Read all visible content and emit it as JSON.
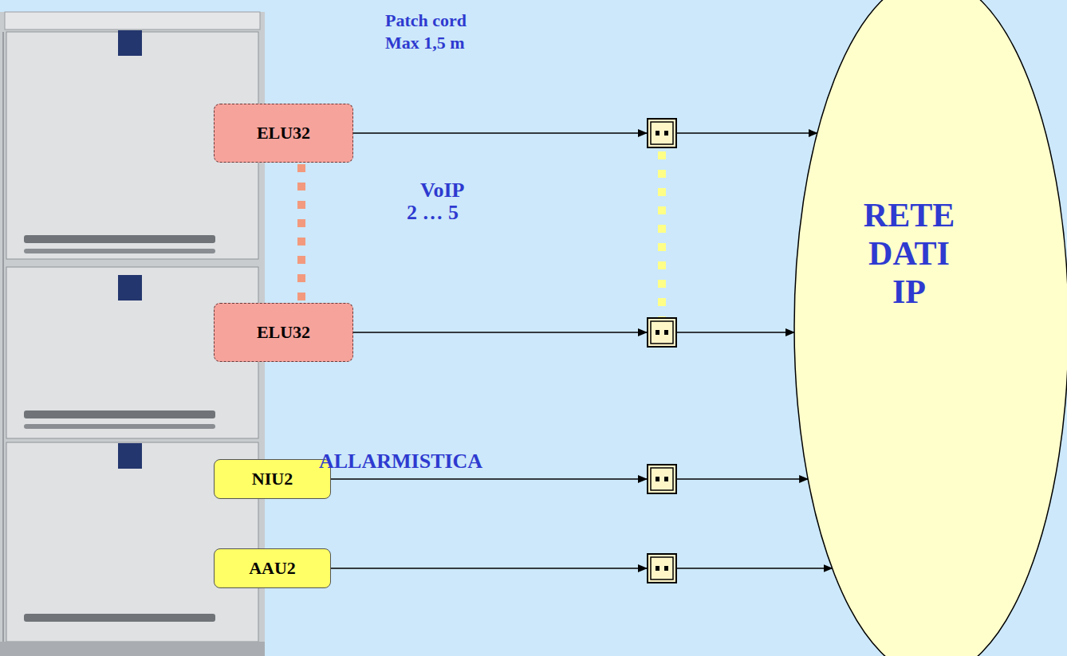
{
  "diagram": {
    "nodes": [
      {
        "text": [
          "ELU32"
        ]
      },
      {
        "text": [
          "ELU32"
        ]
      },
      {
        "text": [
          "NIU2"
        ]
      },
      {
        "text": [
          "AAU2"
        ]
      },
      {
        "text": [
          "RETE DATI IP"
        ]
      }
    ],
    "edges": [
      {
        "from": 0,
        "to": 4,
        "arrow": "to"
      },
      {
        "from": 1,
        "to": 4,
        "arrow": "to"
      },
      {
        "from": 2,
        "to": 4,
        "arrow": "to"
      },
      {
        "from": 3,
        "to": 4,
        "arrow": "to"
      }
    ],
    "labels": [
      "Patch cord Max 1,5 m",
      "VoIP",
      "2 … 5",
      "ALLARMISTICA"
    ]
  }
}
